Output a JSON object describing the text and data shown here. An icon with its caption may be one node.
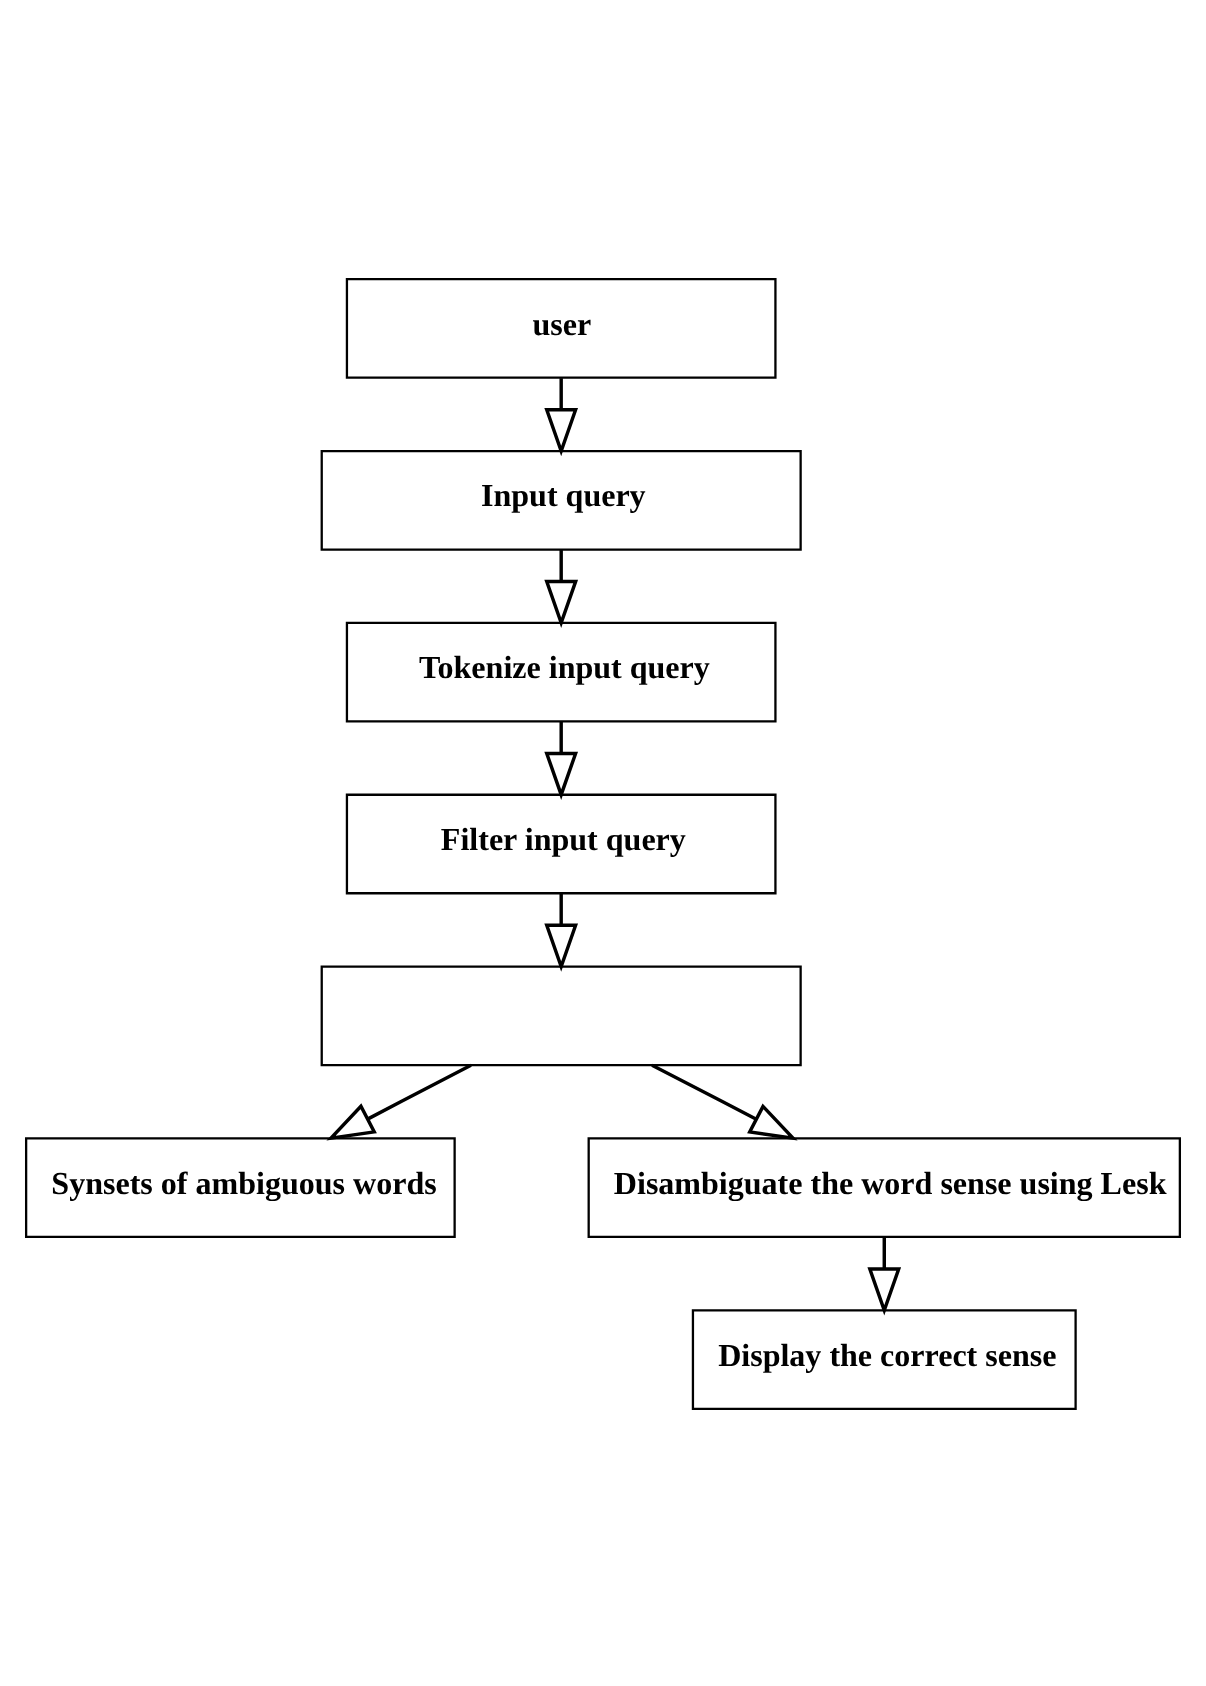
{
  "diagram": {
    "nodes": [
      {
        "text": [
          "user"
        ]
      },
      {
        "text": [
          "Input query"
        ]
      },
      {
        "text": [
          "Tokenize input query"
        ]
      },
      {
        "text": [
          "Filter input query"
        ]
      },
      {
        "text": [],
        "shape": "box"
      },
      {
        "text": [
          "Synsets of ambiguous words"
        ]
      },
      {
        "text": [
          "Disambiguate the word sense using Lesk"
        ]
      },
      {
        "text": [
          "Display the correct sense"
        ]
      }
    ],
    "edges": [
      {
        "from": 0,
        "to": 1,
        "arrow": "to"
      },
      {
        "from": 1,
        "to": 2,
        "arrow": "to"
      },
      {
        "from": 2,
        "to": 3,
        "arrow": "to"
      },
      {
        "from": 3,
        "to": 4,
        "arrow": "to"
      },
      {
        "from": 4,
        "to": 5,
        "arrow": "to"
      },
      {
        "from": 4,
        "to": 6,
        "arrow": "to"
      },
      {
        "from": 6,
        "to": 7,
        "arrow": "to"
      }
    ]
  }
}
